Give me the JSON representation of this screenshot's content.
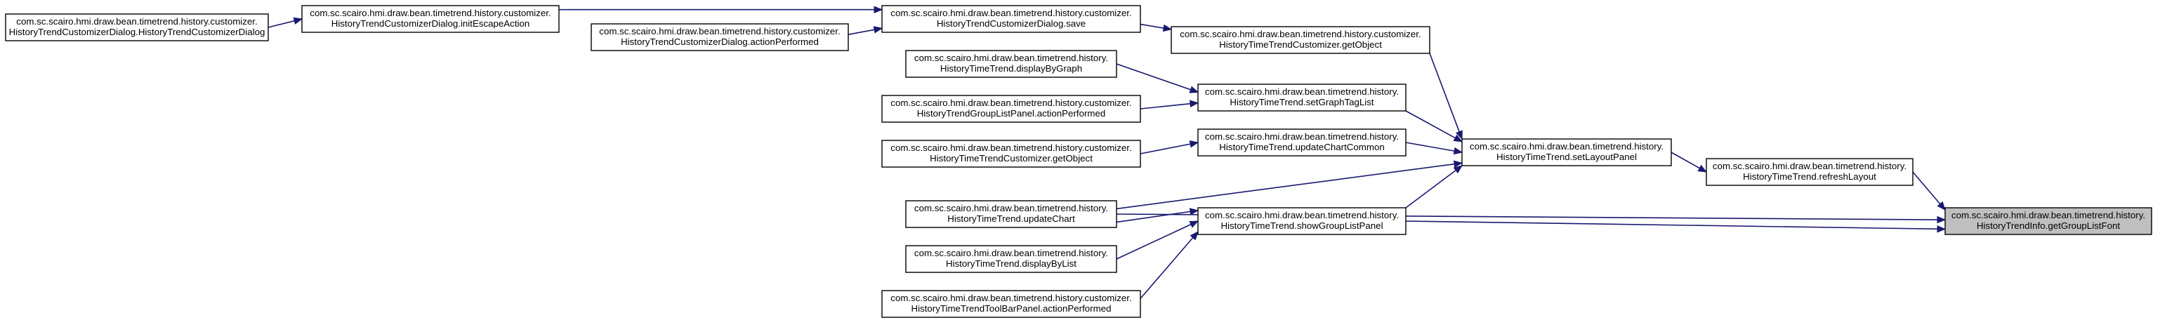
{
  "colors": {
    "edge": "#191970",
    "node_fill": "#ffffff",
    "root_fill": "#bfbfbf",
    "border": "#000000"
  },
  "nodes": [
    {
      "id": "getGroupListFont",
      "lines": [
        "com.sc.scairo.hmi.draw.bean.timetrend.history.",
        "HistoryTrendInfo.getGroupListFont"
      ],
      "root": true
    },
    {
      "id": "refreshLayout",
      "lines": [
        "com.sc.scairo.hmi.draw.bean.timetrend.history.",
        "HistoryTimeTrend.refreshLayout"
      ]
    },
    {
      "id": "setLayoutPanel",
      "lines": [
        "com.sc.scairo.hmi.draw.bean.timetrend.history.",
        "HistoryTimeTrend.setLayoutPanel"
      ]
    },
    {
      "id": "showGroupListPanel",
      "lines": [
        "com.sc.scairo.hmi.draw.bean.timetrend.history.",
        "HistoryTimeTrend.showGroupListPanel"
      ]
    },
    {
      "id": "updateChart",
      "lines": [
        "com.sc.scairo.hmi.draw.bean.timetrend.history.",
        "HistoryTimeTrend.updateChart"
      ]
    },
    {
      "id": "getObjectCustomizer",
      "lines": [
        "com.sc.scairo.hmi.draw.bean.timetrend.history.customizer.",
        "HistoryTimeTrendCustomizer.getObject"
      ]
    },
    {
      "id": "setGraphTagList",
      "lines": [
        "com.sc.scairo.hmi.draw.bean.timetrend.history.",
        "HistoryTimeTrend.setGraphTagList"
      ]
    },
    {
      "id": "updateChartCommon",
      "lines": [
        "com.sc.scairo.hmi.draw.bean.timetrend.history.",
        "HistoryTimeTrend.updateChartCommon"
      ]
    },
    {
      "id": "displayByList",
      "lines": [
        "com.sc.scairo.hmi.draw.bean.timetrend.history.",
        "HistoryTimeTrend.displayByList"
      ]
    },
    {
      "id": "toolbarAction",
      "lines": [
        "com.sc.scairo.hmi.draw.bean.timetrend.history.customizer.",
        "HistoryTimeTrendToolBarPanel.actionPerformed"
      ]
    },
    {
      "id": "dialogSave",
      "lines": [
        "com.sc.scairo.hmi.draw.bean.timetrend.history.customizer.",
        "HistoryTrendCustomizerDialog.save"
      ]
    },
    {
      "id": "displayByGraph",
      "lines": [
        "com.sc.scairo.hmi.draw.bean.timetrend.history.",
        "HistoryTimeTrend.displayByGraph"
      ]
    },
    {
      "id": "groupListAction",
      "lines": [
        "com.sc.scairo.hmi.draw.bean.timetrend.history.customizer.",
        "HistoryTrendGroupListPanel.actionPerformed"
      ]
    },
    {
      "id": "getObjectCommon",
      "lines": [
        "com.sc.scairo.hmi.draw.bean.timetrend.history.customizer.",
        "HistoryTimeTrendCustomizer.getObject"
      ]
    },
    {
      "id": "initEscapeAction",
      "lines": [
        "com.sc.scairo.hmi.draw.bean.timetrend.history.customizer.",
        "HistoryTrendCustomizerDialog.initEscapeAction"
      ]
    },
    {
      "id": "dialogAction",
      "lines": [
        "com.sc.scairo.hmi.draw.bean.timetrend.history.customizer.",
        "HistoryTrendCustomizerDialog.actionPerformed"
      ]
    },
    {
      "id": "dialogCtor",
      "lines": [
        "com.sc.scairo.hmi.draw.bean.timetrend.history.customizer.",
        "HistoryTrendCustomizerDialog.HistoryTrendCustomizerDialog"
      ]
    }
  ],
  "edges": [
    [
      "refreshLayout",
      "getGroupListFont"
    ],
    [
      "updateChart",
      "getGroupListFont"
    ],
    [
      "showGroupListPanel",
      "getGroupListFont"
    ],
    [
      "setLayoutPanel",
      "refreshLayout"
    ],
    [
      "getObjectCustomizer",
      "setLayoutPanel"
    ],
    [
      "setGraphTagList",
      "setLayoutPanel"
    ],
    [
      "updateChartCommon",
      "setLayoutPanel"
    ],
    [
      "updateChart",
      "setLayoutPanel"
    ],
    [
      "showGroupListPanel",
      "setLayoutPanel"
    ],
    [
      "dialogSave",
      "getObjectCustomizer"
    ],
    [
      "displayByGraph",
      "setGraphTagList"
    ],
    [
      "groupListAction",
      "setGraphTagList"
    ],
    [
      "getObjectCommon",
      "updateChartCommon"
    ],
    [
      "updateChart",
      "showGroupListPanel"
    ],
    [
      "displayByList",
      "showGroupListPanel"
    ],
    [
      "toolbarAction",
      "showGroupListPanel"
    ],
    [
      "initEscapeAction",
      "dialogSave"
    ],
    [
      "dialogAction",
      "dialogSave"
    ],
    [
      "dialogCtor",
      "initEscapeAction"
    ]
  ]
}
